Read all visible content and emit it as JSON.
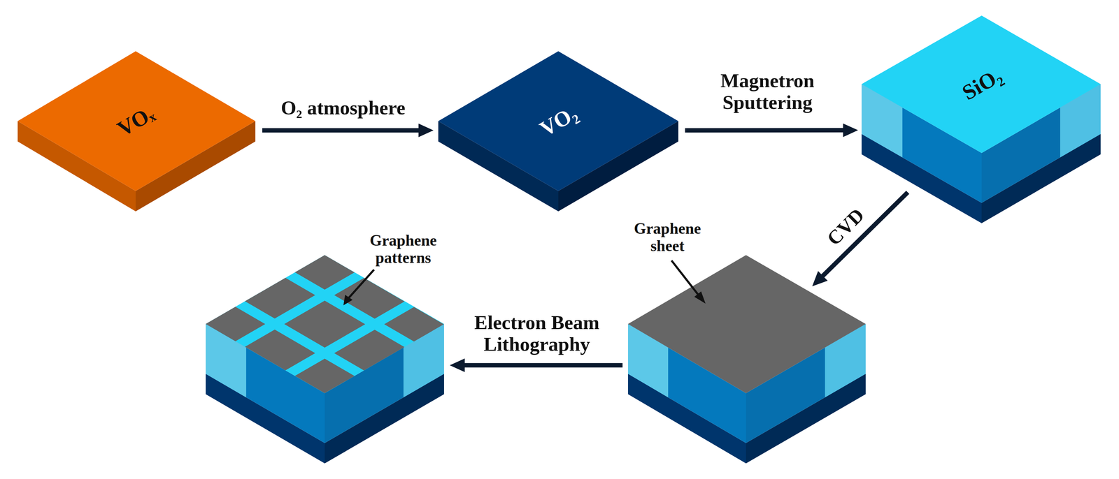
{
  "diagram": {
    "nodes": [
      {
        "text": [
          "VOₓ"
        ]
      },
      {
        "text": [
          "VO₂"
        ]
      },
      {
        "text": [
          "SiO₂"
        ]
      },
      {
        "text": [
          "Graphene sheet"
        ]
      },
      {
        "text": [
          "Graphene patterns"
        ]
      }
    ],
    "edges": [
      {
        "from": 0,
        "to": 1,
        "arrow": "to",
        "label": "O₂ atmosphere"
      },
      {
        "from": 1,
        "to": 2,
        "arrow": "to",
        "label": "Magnetron Sputtering"
      },
      {
        "from": 2,
        "to": 3,
        "arrow": "to",
        "label": "CVD"
      },
      {
        "from": 3,
        "to": 4,
        "arrow": "to",
        "label": "Electron Beam Lithography"
      }
    ]
  }
}
